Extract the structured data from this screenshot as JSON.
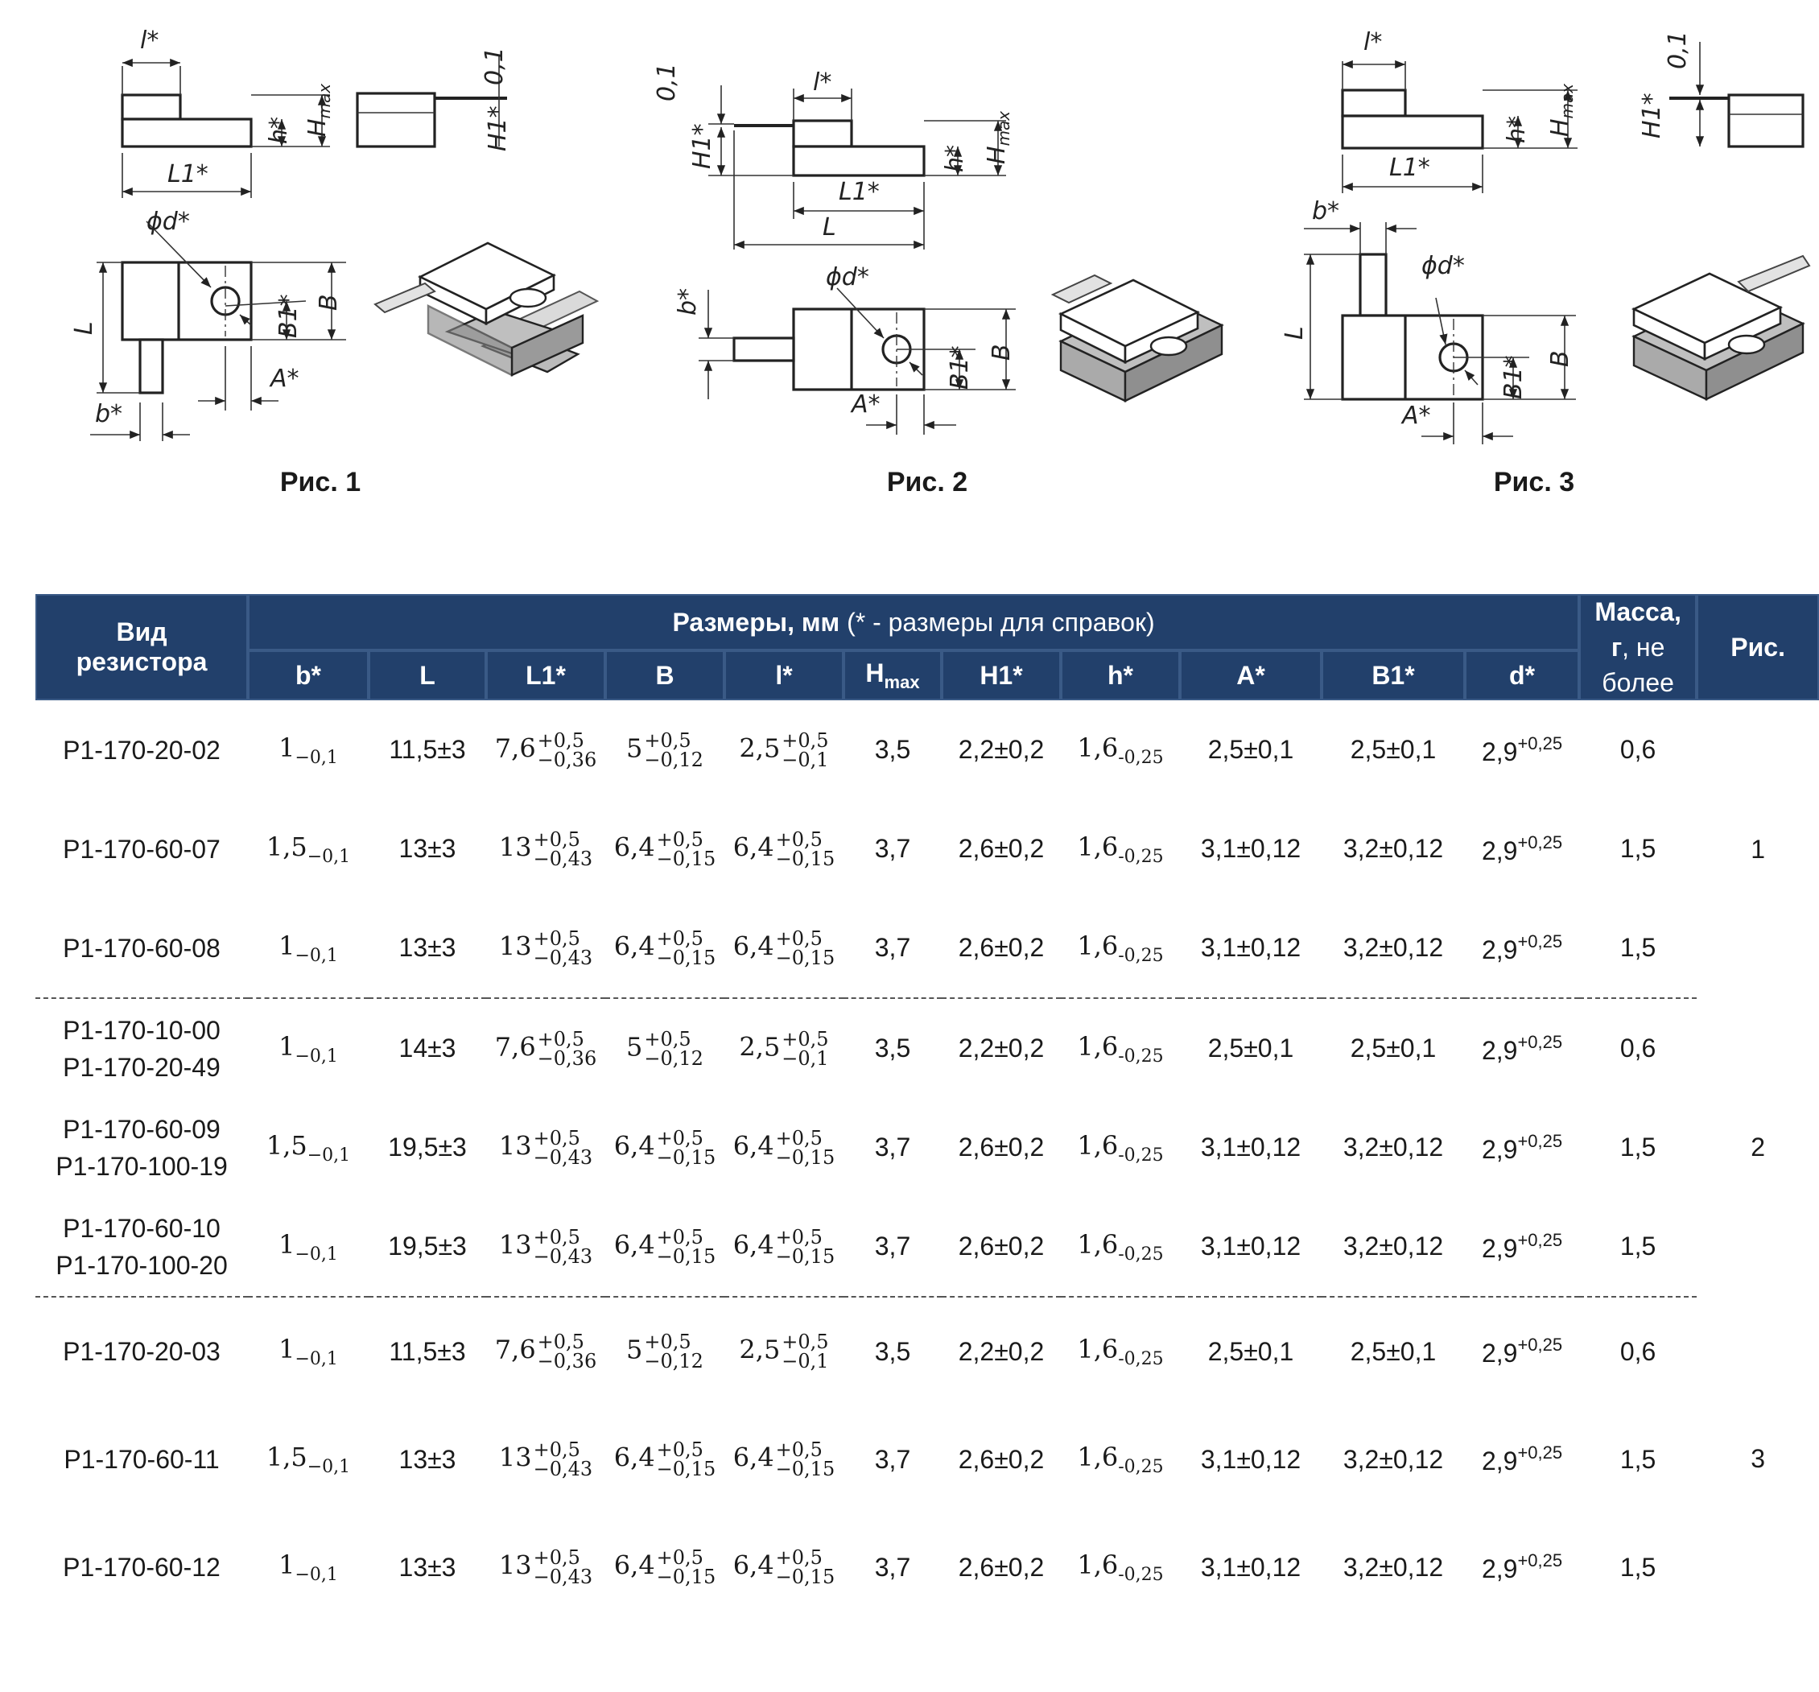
{
  "figures": [
    {
      "caption": "Рис. 1"
    },
    {
      "caption": "Рис. 2"
    },
    {
      "caption": "Рис. 3"
    }
  ],
  "dim_labels": {
    "l": "l*",
    "L1": "L1*",
    "L": "L",
    "h": "h*",
    "Hmax": "Hmax",
    "H1": "H1*",
    "d": "ϕd*",
    "B": "B",
    "B1": "B1*",
    "A": "A*",
    "b": "b*",
    "t": "0,1"
  },
  "table": {
    "header": {
      "type": "Вид резистора",
      "dims_bold": "Размеры, мм",
      "dims_note": " (* - размеры для справок)",
      "mass": "Масса, г, не более",
      "mass_l1": "Масса,",
      "mass_l2": "г",
      "mass_l3": ", не",
      "mass_l4": "более",
      "fig": "Рис.",
      "cols": [
        "b*",
        "L",
        "L1*",
        "B",
        "l*",
        "H",
        "H1*",
        "h*",
        "A*",
        "B1*",
        "d*"
      ],
      "hmax_sub": "max"
    },
    "groups": [
      {
        "fig": "1",
        "rows": [
          {
            "names": [
              "Р1-170-20-02"
            ],
            "b": [
              "1",
              "−0,1"
            ],
            "L": "11,5±3",
            "L1": [
              "7,6",
              "+0,5",
              "−0,36"
            ],
            "B": [
              "5",
              "+0,5",
              "−0,12"
            ],
            "l": [
              "2,5",
              "+0,5",
              "−0,1"
            ],
            "H": "3,5",
            "H1": "2,2±0,2",
            "h": [
              "1,6",
              "-0,25"
            ],
            "A": "2,5±0,1",
            "B1": "2,5±0,1",
            "d": [
              "2,9",
              "+0,25"
            ],
            "m": "0,6"
          },
          {
            "names": [
              "Р1-170-60-07"
            ],
            "b": [
              "1,5",
              "−0,1"
            ],
            "L": "13±3",
            "L1": [
              "13",
              "+0,5",
              "−0,43"
            ],
            "B": [
              "6,4",
              "+0,5",
              "−0,15"
            ],
            "l": [
              "6,4",
              "+0,5",
              "−0,15"
            ],
            "H": "3,7",
            "H1": "2,6±0,2",
            "h": [
              "1,6",
              "-0,25"
            ],
            "A": "3,1±0,12",
            "B1": "3,2±0,12",
            "d": [
              "2,9",
              "+0,25"
            ],
            "m": "1,5"
          },
          {
            "names": [
              "Р1-170-60-08"
            ],
            "b": [
              "1",
              "−0,1"
            ],
            "L": "13±3",
            "L1": [
              "13",
              "+0,5",
              "−0,43"
            ],
            "B": [
              "6,4",
              "+0,5",
              "−0,15"
            ],
            "l": [
              "6,4",
              "+0,5",
              "−0,15"
            ],
            "H": "3,7",
            "H1": "2,6±0,2",
            "h": [
              "1,6",
              "-0,25"
            ],
            "A": "3,1±0,12",
            "B1": "3,2±0,12",
            "d": [
              "2,9",
              "+0,25"
            ],
            "m": "1,5"
          }
        ]
      },
      {
        "fig": "2",
        "rows": [
          {
            "names": [
              "Р1-170-10-00",
              "Р1-170-20-49"
            ],
            "b": [
              "1",
              "−0,1"
            ],
            "L": "14±3",
            "L1": [
              "7,6",
              "+0,5",
              "−0,36"
            ],
            "B": [
              "5",
              "+0,5",
              "−0,12"
            ],
            "l": [
              "2,5",
              "+0,5",
              "−0,1"
            ],
            "H": "3,5",
            "H1": "2,2±0,2",
            "h": [
              "1,6",
              "-0,25"
            ],
            "A": "2,5±0,1",
            "B1": "2,5±0,1",
            "d": [
              "2,9",
              "+0,25"
            ],
            "m": "0,6"
          },
          {
            "names": [
              "Р1-170-60-09",
              "Р1-170-100-19"
            ],
            "b": [
              "1,5",
              "−0,1"
            ],
            "L": "19,5±3",
            "L1": [
              "13",
              "+0,5",
              "−0,43"
            ],
            "B": [
              "6,4",
              "+0,5",
              "−0,15"
            ],
            "l": [
              "6,4",
              "+0,5",
              "−0,15"
            ],
            "H": "3,7",
            "H1": "2,6±0,2",
            "h": [
              "1,6",
              "-0,25"
            ],
            "A": "3,1±0,12",
            "B1": "3,2±0,12",
            "d": [
              "2,9",
              "+0,25"
            ],
            "m": "1,5"
          },
          {
            "names": [
              "Р1-170-60-10",
              "Р1-170-100-20"
            ],
            "b": [
              "1",
              "−0,1"
            ],
            "L": "19,5±3",
            "L1": [
              "13",
              "+0,5",
              "−0,43"
            ],
            "B": [
              "6,4",
              "+0,5",
              "−0,15"
            ],
            "l": [
              "6,4",
              "+0,5",
              "−0,15"
            ],
            "H": "3,7",
            "H1": "2,6±0,2",
            "h": [
              "1,6",
              "-0,25"
            ],
            "A": "3,1±0,12",
            "B1": "3,2±0,12",
            "d": [
              "2,9",
              "+0,25"
            ],
            "m": "1,5"
          }
        ]
      },
      {
        "fig": "3",
        "rows": [
          {
            "names": [
              "Р1-170-20-03"
            ],
            "b": [
              "1",
              "−0,1"
            ],
            "L": "11,5±3",
            "L1": [
              "7,6",
              "+0,5",
              "−0,36"
            ],
            "B": [
              "5",
              "+0,5",
              "−0,12"
            ],
            "l": [
              "2,5",
              "+0,5",
              "−0,1"
            ],
            "H": "3,5",
            "H1": "2,2±0,2",
            "h": [
              "1,6",
              "-0,25"
            ],
            "A": "2,5±0,1",
            "B1": "2,5±0,1",
            "d": [
              "2,9",
              "+0,25"
            ],
            "m": "0,6"
          },
          {
            "names": [
              "Р1-170-60-11"
            ],
            "b": [
              "1,5",
              "−0,1"
            ],
            "L": "13±3",
            "L1": [
              "13",
              "+0,5",
              "−0,43"
            ],
            "B": [
              "6,4",
              "+0,5",
              "−0,15"
            ],
            "l": [
              "6,4",
              "+0,5",
              "−0,15"
            ],
            "H": "3,7",
            "H1": "2,6±0,2",
            "h": [
              "1,6",
              "-0,25"
            ],
            "A": "3,1±0,12",
            "B1": "3,2±0,12",
            "d": [
              "2,9",
              "+0,25"
            ],
            "m": "1,5"
          },
          {
            "names": [
              "Р1-170-60-12"
            ],
            "b": [
              "1",
              "−0,1"
            ],
            "L": "13±3",
            "L1": [
              "13",
              "+0,5",
              "−0,43"
            ],
            "B": [
              "6,4",
              "+0,5",
              "−0,15"
            ],
            "l": [
              "6,4",
              "+0,5",
              "−0,15"
            ],
            "H": "3,7",
            "H1": "2,6±0,2",
            "h": [
              "1,6",
              "-0,25"
            ],
            "A": "3,1±0,12",
            "B1": "3,2±0,12",
            "d": [
              "2,9",
              "+0,25"
            ],
            "m": "1,5"
          }
        ]
      }
    ]
  },
  "colors": {
    "header_bg": "#22406b",
    "text": "#1a1a1a",
    "divider": "#555555"
  }
}
